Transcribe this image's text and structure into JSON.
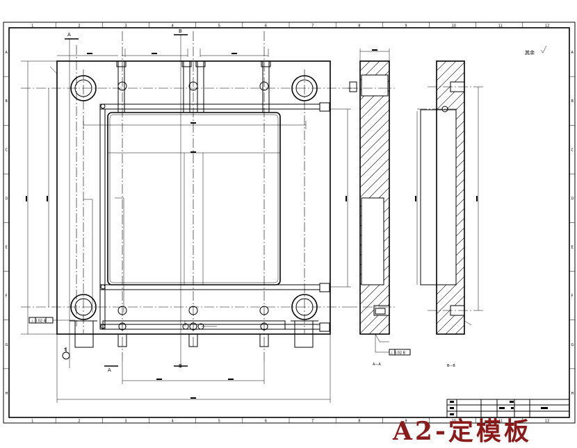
{
  "drawing": {
    "zone_numbers": [
      "1",
      "2",
      "3",
      "4",
      "5",
      "6",
      "7",
      "8",
      "9",
      "10",
      "11",
      "12"
    ],
    "zone_letters": [
      "A",
      "B",
      "C",
      "D",
      "E",
      "F",
      "G",
      "H"
    ],
    "section_marks": {
      "a": "A",
      "b": "B"
    },
    "section_captions": {
      "aa": "A—A",
      "bb": "B—B"
    },
    "tolerance_frames": {
      "left": "⊥ 0.02 A",
      "right": "⊥ 0.02 B"
    },
    "datum_label": "T",
    "roughness_note": "其余"
  },
  "watermark": "A2-定模板",
  "colors": {
    "line": "#000000",
    "watermark": "#8b1a1a"
  }
}
